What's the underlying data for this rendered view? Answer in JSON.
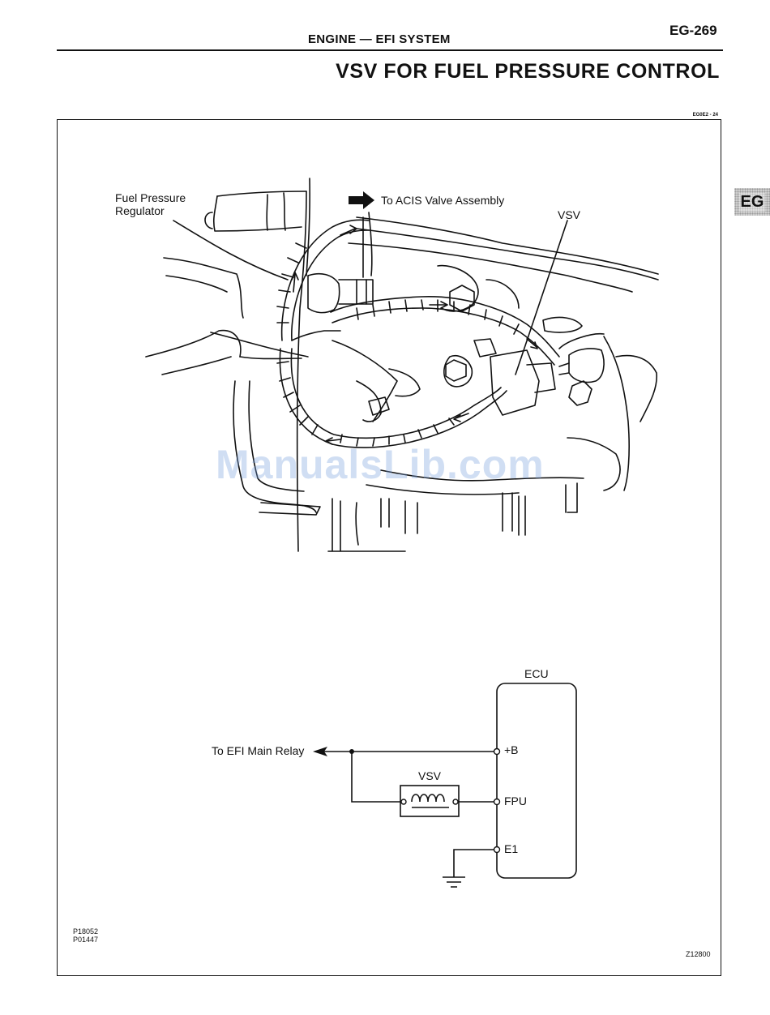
{
  "header": {
    "section": "ENGINE — EFI SYSTEM",
    "page_number": "EG-269",
    "title": "VSV FOR FUEL PRESSURE CONTROL",
    "doc_code": "EG0E2 - 24",
    "side_tab": "EG"
  },
  "illustration": {
    "labels": {
      "fuel_pressure_regulator": [
        "Fuel Pressure",
        "Regulator"
      ],
      "acis": "To ACIS Valve Assembly",
      "vsv": "VSV"
    }
  },
  "circuit": {
    "ecu_label": "ECU",
    "terminals": [
      "+B",
      "FPU",
      "E1"
    ],
    "vsv_label": "VSV",
    "to_relay": "To EFI Main Relay"
  },
  "footer": {
    "figure_codes": [
      "P18052",
      "P01447"
    ],
    "figure_code_right": "Z12800"
  },
  "watermark": "ManualsLib.com"
}
